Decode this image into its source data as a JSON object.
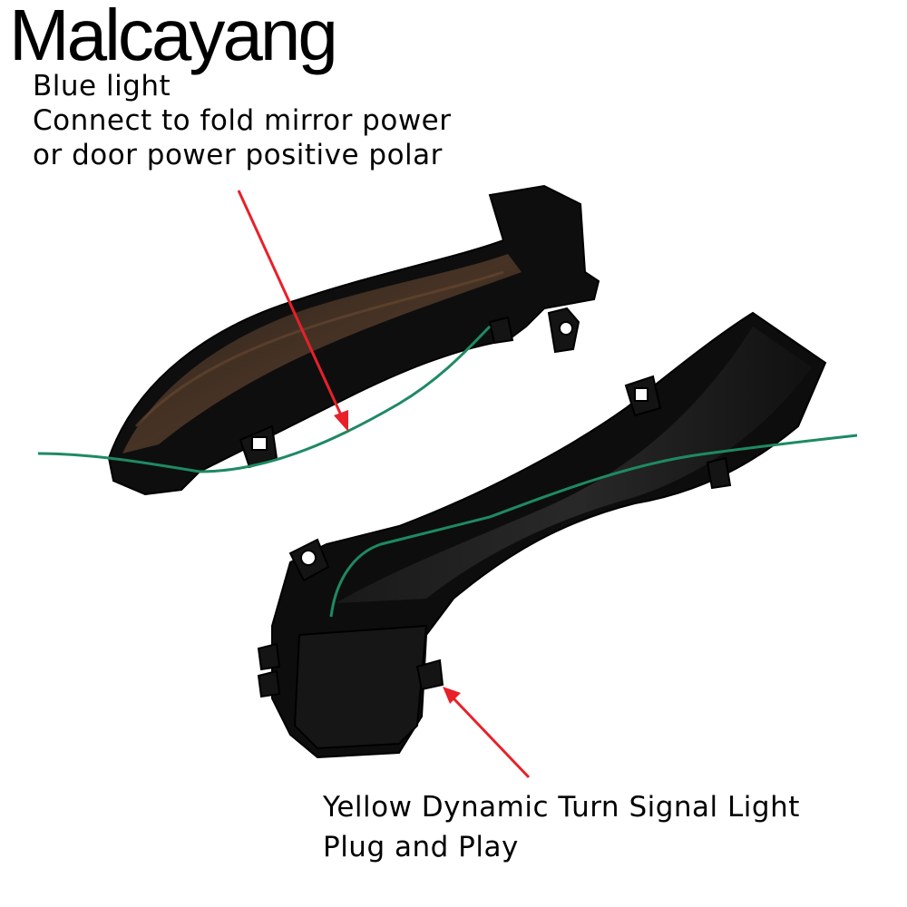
{
  "brand": {
    "logo_text": "Malcayang"
  },
  "captions": {
    "top": {
      "line1": "Blue light",
      "line2": "Connect to fold mirror power",
      "line3": "or door power positive polar"
    },
    "bottom": {
      "line1": "Yellow Dynamic Turn Signal Light",
      "line2": "Plug and Play"
    }
  },
  "colors": {
    "arrow": "#e8202a",
    "wire": "#1e8a62",
    "housing": "#111111",
    "lens": "#3b2a1e"
  },
  "icons": {
    "annotation_arrow": "arrow-icon"
  }
}
